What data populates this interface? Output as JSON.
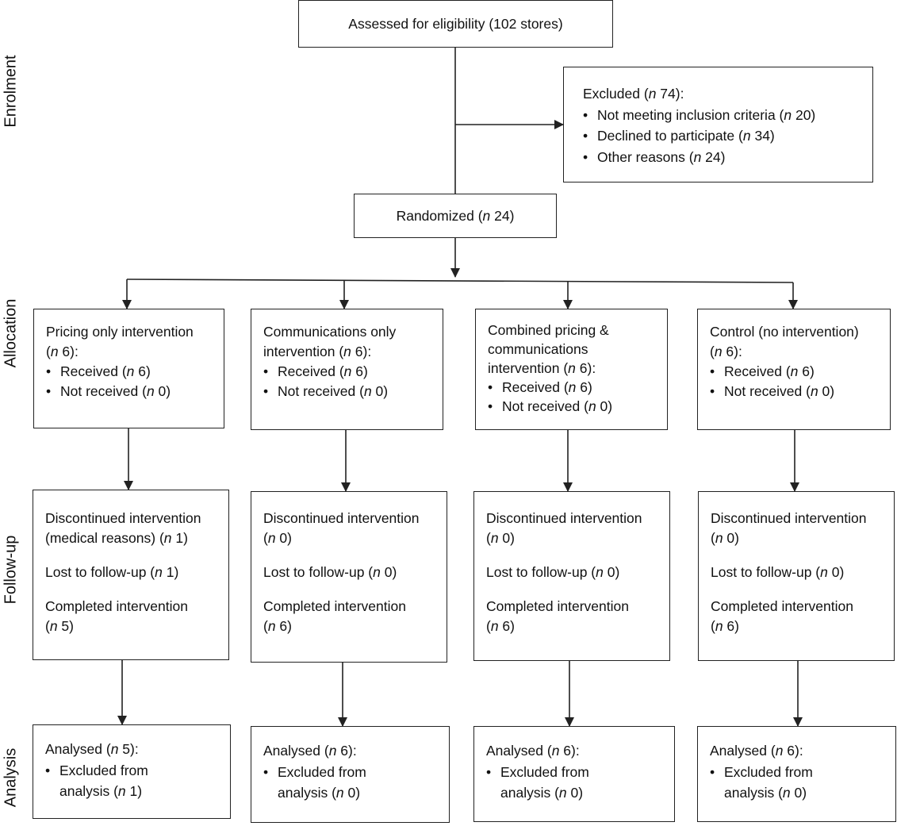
{
  "phases": {
    "enrolment": "Enrolment",
    "allocation": "Allocation",
    "follow_up": "Follow-up",
    "analysis": "Analysis"
  },
  "assessed": "Assessed for eligibility (102 stores)",
  "excluded": {
    "title_pre": "Excluded (",
    "title_n": "n",
    "title_post": " 74):",
    "items": [
      {
        "pre": "Not meeting inclusion criteria (",
        "n": "n",
        "post": " 20)"
      },
      {
        "pre": "Declined to participate (",
        "n": "n",
        "post": " 34)"
      },
      {
        "pre": "Other reasons (",
        "n": "n",
        "post": " 24)"
      }
    ]
  },
  "randomized": {
    "pre": "Randomized (",
    "n": "n",
    "post": " 24)"
  },
  "arms": [
    {
      "allocation": {
        "lines": [
          {
            "pre": "Pricing only intervention",
            "n": "",
            "post": ""
          },
          {
            "pre": "(",
            "n": "n",
            "post": " 6):"
          }
        ],
        "received": {
          "pre": "Received (",
          "n": "n",
          "post": " 6)"
        },
        "not_received": {
          "pre": "Not received (",
          "n": "n",
          "post": " 0)"
        }
      },
      "followup": {
        "discontinued": [
          {
            "pre": "Discontinued intervention",
            "n": "",
            "post": ""
          },
          {
            "pre": "(medical reasons) (",
            "n": "n",
            "post": " 1)"
          }
        ],
        "lost": {
          "pre": "Lost to follow-up (",
          "n": "n",
          "post": " 1)"
        },
        "completed": [
          {
            "pre": "Completed intervention",
            "n": "",
            "post": ""
          },
          {
            "pre": "(",
            "n": "n",
            "post": " 5)"
          }
        ]
      },
      "analysis": {
        "title": {
          "pre": "Analysed (",
          "n": "n",
          "post": " 5):"
        },
        "excluded": [
          {
            "pre": "Excluded from",
            "n": "",
            "post": ""
          },
          {
            "pre": "analysis (",
            "n": "n",
            "post": " 1)"
          }
        ]
      }
    },
    {
      "allocation": {
        "lines": [
          {
            "pre": "Communications only",
            "n": "",
            "post": ""
          },
          {
            "pre": "intervention (",
            "n": "n",
            "post": " 6):"
          }
        ],
        "received": {
          "pre": "Received (",
          "n": "n",
          "post": " 6)"
        },
        "not_received": {
          "pre": "Not received (",
          "n": "n",
          "post": " 0)"
        }
      },
      "followup": {
        "discontinued": [
          {
            "pre": "Discontinued intervention",
            "n": "",
            "post": ""
          },
          {
            "pre": "(",
            "n": "n",
            "post": " 0)"
          }
        ],
        "lost": {
          "pre": "Lost to follow-up (",
          "n": "n",
          "post": " 0)"
        },
        "completed": [
          {
            "pre": "Completed intervention",
            "n": "",
            "post": ""
          },
          {
            "pre": "(",
            "n": "n",
            "post": " 6)"
          }
        ]
      },
      "analysis": {
        "title": {
          "pre": "Analysed (",
          "n": "n",
          "post": " 6):"
        },
        "excluded": [
          {
            "pre": "Excluded from",
            "n": "",
            "post": ""
          },
          {
            "pre": "analysis (",
            "n": "n",
            "post": " 0)"
          }
        ]
      }
    },
    {
      "allocation": {
        "lines": [
          {
            "pre": "Combined pricing &",
            "n": "",
            "post": ""
          },
          {
            "pre": "communications",
            "n": "",
            "post": ""
          },
          {
            "pre": "intervention (",
            "n": "n",
            "post": " 6):"
          }
        ],
        "received": {
          "pre": "Received (",
          "n": "n",
          "post": " 6)"
        },
        "not_received": {
          "pre": "Not received (",
          "n": "n",
          "post": " 0)"
        }
      },
      "followup": {
        "discontinued": [
          {
            "pre": "Discontinued intervention",
            "n": "",
            "post": ""
          },
          {
            "pre": "(",
            "n": "n",
            "post": " 0)"
          }
        ],
        "lost": {
          "pre": "Lost to follow-up (",
          "n": "n",
          "post": " 0)"
        },
        "completed": [
          {
            "pre": "Completed intervention",
            "n": "",
            "post": ""
          },
          {
            "pre": "(",
            "n": "n",
            "post": " 6)"
          }
        ]
      },
      "analysis": {
        "title": {
          "pre": "Analysed (",
          "n": "n",
          "post": " 6):"
        },
        "excluded": [
          {
            "pre": "Excluded from",
            "n": "",
            "post": ""
          },
          {
            "pre": "analysis (",
            "n": "n",
            "post": " 0)"
          }
        ]
      }
    },
    {
      "allocation": {
        "lines": [
          {
            "pre": "Control (no intervention)",
            "n": "",
            "post": ""
          },
          {
            "pre": "(",
            "n": "n",
            "post": " 6):"
          }
        ],
        "received": {
          "pre": "Received (",
          "n": "n",
          "post": " 6)"
        },
        "not_received": {
          "pre": "Not received (",
          "n": "n",
          "post": " 0)"
        }
      },
      "followup": {
        "discontinued": [
          {
            "pre": "Discontinued intervention",
            "n": "",
            "post": ""
          },
          {
            "pre": "(",
            "n": "n",
            "post": " 0)"
          }
        ],
        "lost": {
          "pre": "Lost to follow-up (",
          "n": "n",
          "post": " 0)"
        },
        "completed": [
          {
            "pre": "Completed intervention",
            "n": "",
            "post": ""
          },
          {
            "pre": "(",
            "n": "n",
            "post": " 6)"
          }
        ]
      },
      "analysis": {
        "title": {
          "pre": "Analysed (",
          "n": "n",
          "post": " 6):"
        },
        "excluded": [
          {
            "pre": "Excluded from",
            "n": "",
            "post": ""
          },
          {
            "pre": "analysis (",
            "n": "n",
            "post": " 0)"
          }
        ]
      }
    }
  ]
}
